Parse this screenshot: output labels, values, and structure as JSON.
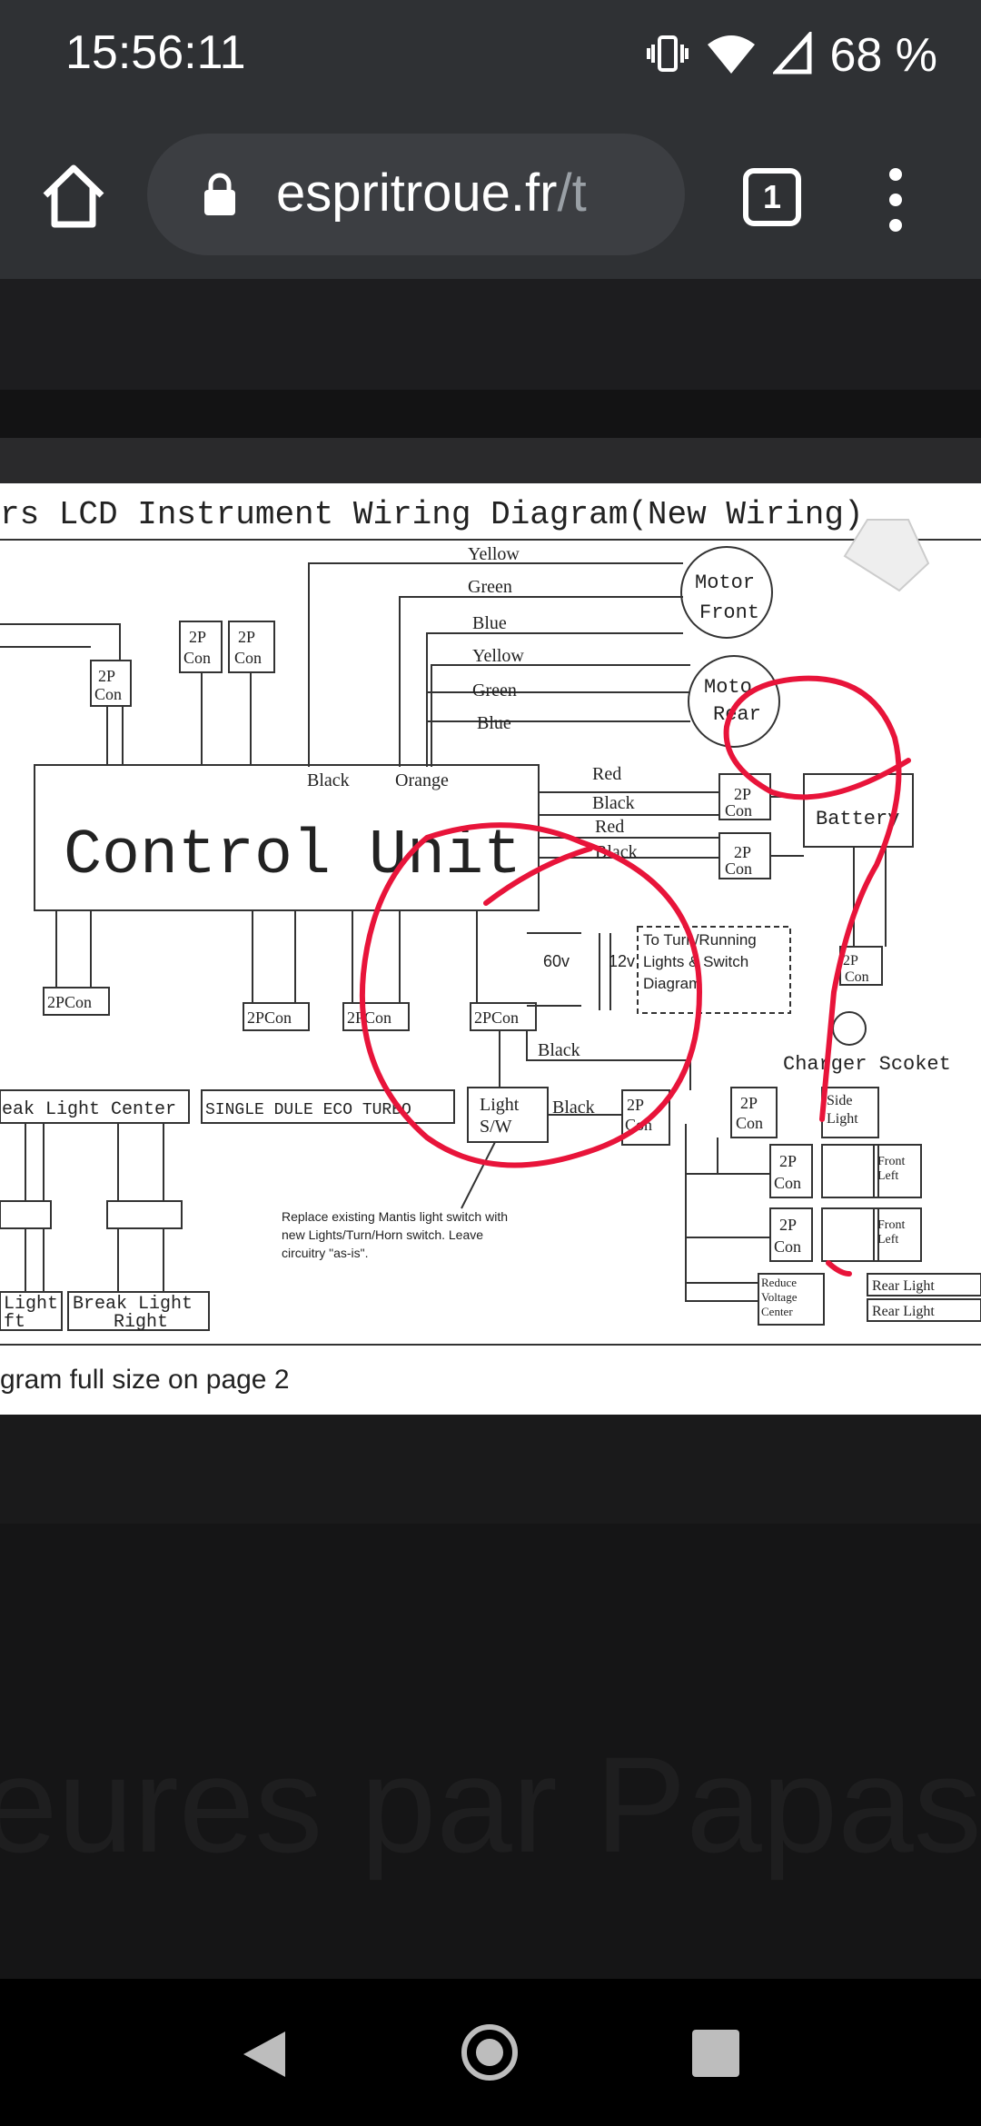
{
  "status_bar": {
    "time": "15:56:11",
    "battery_percent": "68 %"
  },
  "toolbar": {
    "url_domain": "espritroue.fr",
    "url_path": "/t",
    "tab_count": "1"
  },
  "diagram": {
    "title": "rs LCD Instrument Wiring Diagram(New Wiring)",
    "control_unit": "Control Unit",
    "motor_front": [
      "Motor",
      "Front"
    ],
    "motor_rear": [
      "Moto",
      "Rear"
    ],
    "battery": "Battery",
    "charger": "Charger Scoket",
    "turn_note": [
      "To Turn/Running",
      "Lights & Switch",
      "Diagram"
    ],
    "v60": "60v",
    "v12": "12v",
    "light_sw": [
      "Light",
      "S/W"
    ],
    "break_center": "eak Light Center",
    "modes": "SINGLE DULE ECO TURBO",
    "break_left": [
      "Light",
      "ft"
    ],
    "break_right": [
      "Break Light",
      "Right"
    ],
    "replace_note": [
      "Replace existing Mantis light switch with",
      "new Lights/Turn/Horn switch. Leave",
      "circuitry \"as-is\"."
    ],
    "footer_note": "gram full size on page 2",
    "wire_top": [
      "Yellow",
      "Green",
      "Blue",
      "Yellow",
      "Green",
      "Blue"
    ],
    "wire_right": [
      "Red",
      "Black",
      "Red",
      "Black"
    ],
    "con_2p": "2P",
    "con_label": "Con",
    "con_2pcon": "2PCon",
    "black": "Black",
    "orange": "Orange",
    "red": "Red",
    "side_light": [
      "Side",
      "Light"
    ],
    "front_left": [
      "Front",
      "Left"
    ],
    "rear_light": "Rear Light",
    "reduce_voltage": [
      "Reduce",
      "Voltage",
      "Center"
    ]
  },
  "page": {
    "headline": "eures par Papas"
  },
  "colors": {
    "chrome": "#2f3134",
    "annotation": "#e8143a"
  }
}
